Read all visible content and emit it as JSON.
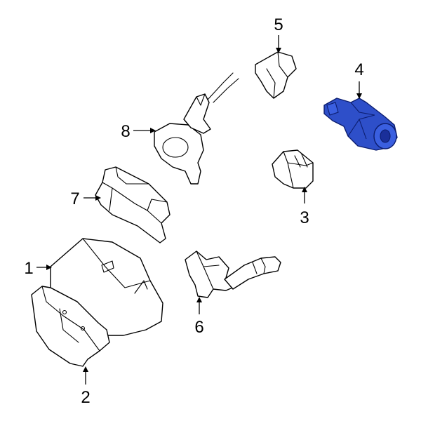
{
  "accent_color": "#2e4fc9",
  "accent_outline": "#0c1d6e",
  "callouts": {
    "c1": "1",
    "c2": "2",
    "c3": "3",
    "c4": "4",
    "c5": "5",
    "c6": "6",
    "c7": "7",
    "c8": "8"
  }
}
